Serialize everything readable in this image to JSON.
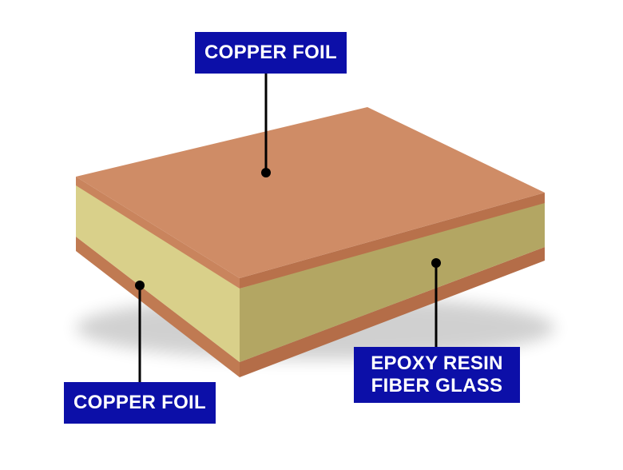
{
  "labels": {
    "top_copper": "COPPER FOIL",
    "bottom_copper": "COPPER FOIL",
    "core_line1": "EPOXY RESIN",
    "core_line2": "FIBER GLASS"
  },
  "colors": {
    "label_background": "#0c0fa8",
    "label_text": "#ffffff",
    "copper_top": "#cf8c66",
    "copper_edge": "#b7714b",
    "core_front": "#d9d08a",
    "core_side": "#b3a663",
    "leader_line": "#000000"
  }
}
